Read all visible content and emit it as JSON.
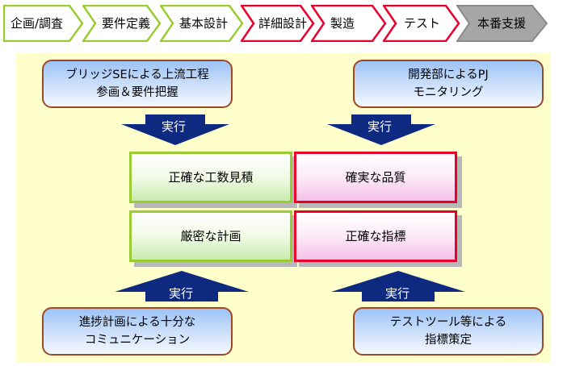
{
  "phases": [
    {
      "label": "企画/調査",
      "style": "green"
    },
    {
      "label": "要件定義",
      "style": "green"
    },
    {
      "label": "基本設計",
      "style": "green"
    },
    {
      "label": "詳細設計",
      "style": "red"
    },
    {
      "label": "製造",
      "style": "red"
    },
    {
      "label": "テスト",
      "style": "red"
    },
    {
      "label": "本番支援",
      "style": "gray"
    }
  ],
  "colors": {
    "green_border": "#99cc33",
    "red_border": "#e8002c",
    "gray_fill": "#a6a6a6",
    "arrow_fill": "#0d2a80",
    "panel_bg": "#ffffcc",
    "blue_box_border": "#a04826"
  },
  "top_left_box": {
    "line1": "ブリッジSEによる上流工程",
    "line2": "参画＆要件把握"
  },
  "top_right_box": {
    "line1": "開発部によるPJ",
    "line2": "モニタリング"
  },
  "bottom_left_box": {
    "line1": "進捗計画による十分な",
    "line2": "コミュニケーション"
  },
  "bottom_right_box": {
    "line1": "テストツール等による",
    "line2": "指標策定"
  },
  "arrows": {
    "top_left": "実行",
    "top_right": "実行",
    "bottom_left": "実行",
    "bottom_right": "実行"
  },
  "results": {
    "green_top": "正確な工数見積",
    "green_bottom": "厳密な計画",
    "red_top": "確実な品質",
    "red_bottom": "正確な指標"
  }
}
